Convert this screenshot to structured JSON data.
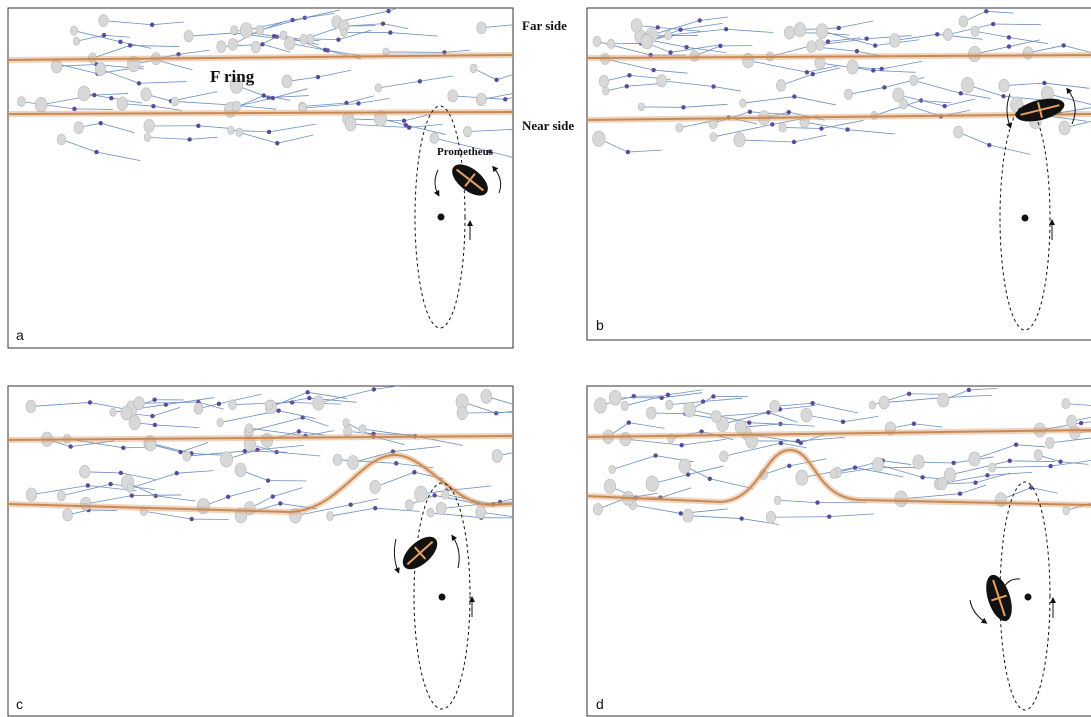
{
  "labels": {
    "far_side": "Far side",
    "near_side": "Near side",
    "f_ring": "F ring",
    "moon": "Prometheus"
  },
  "panels": [
    {
      "id": "a",
      "label": "a"
    },
    {
      "id": "b",
      "label": "b"
    },
    {
      "id": "c",
      "label": "c"
    },
    {
      "id": "d",
      "label": "d"
    }
  ],
  "colors": {
    "ring_strand": "#d9a071",
    "web_line": "#6b8fc0",
    "node": "#5a4a9a",
    "particle": "#d8d8d8",
    "moon_body": "#111111",
    "moon_axis": "#e8a060",
    "panel_border": "#333333"
  }
}
